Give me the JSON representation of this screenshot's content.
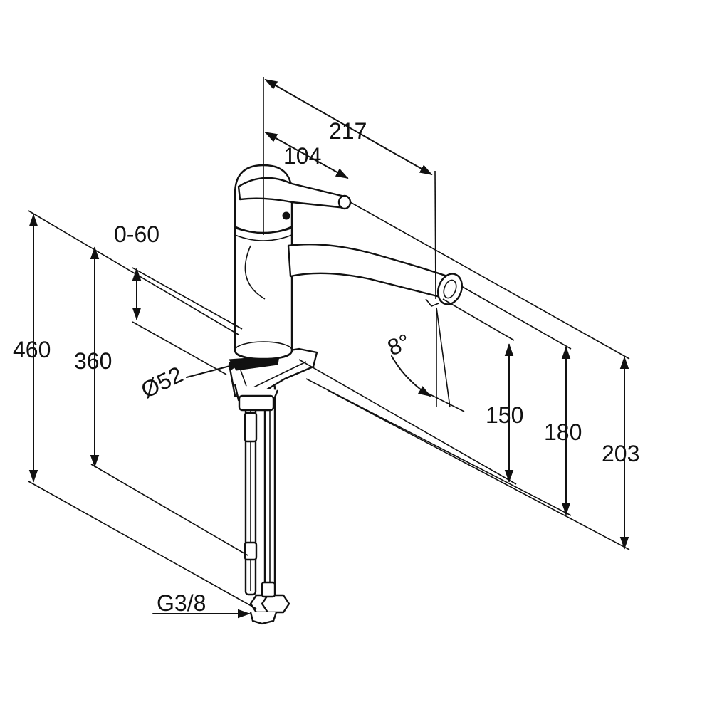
{
  "dimensions": {
    "overall_height": "460",
    "inner_height": "360",
    "deck_thickness": "0-60",
    "base_diameter": "Ø52",
    "connection_thread": "G3/8",
    "reach_total": "217",
    "lever_reach": "104",
    "spout_angle": "8°",
    "spout_height": "150",
    "aerator_height": "180",
    "lever_height": "203"
  }
}
